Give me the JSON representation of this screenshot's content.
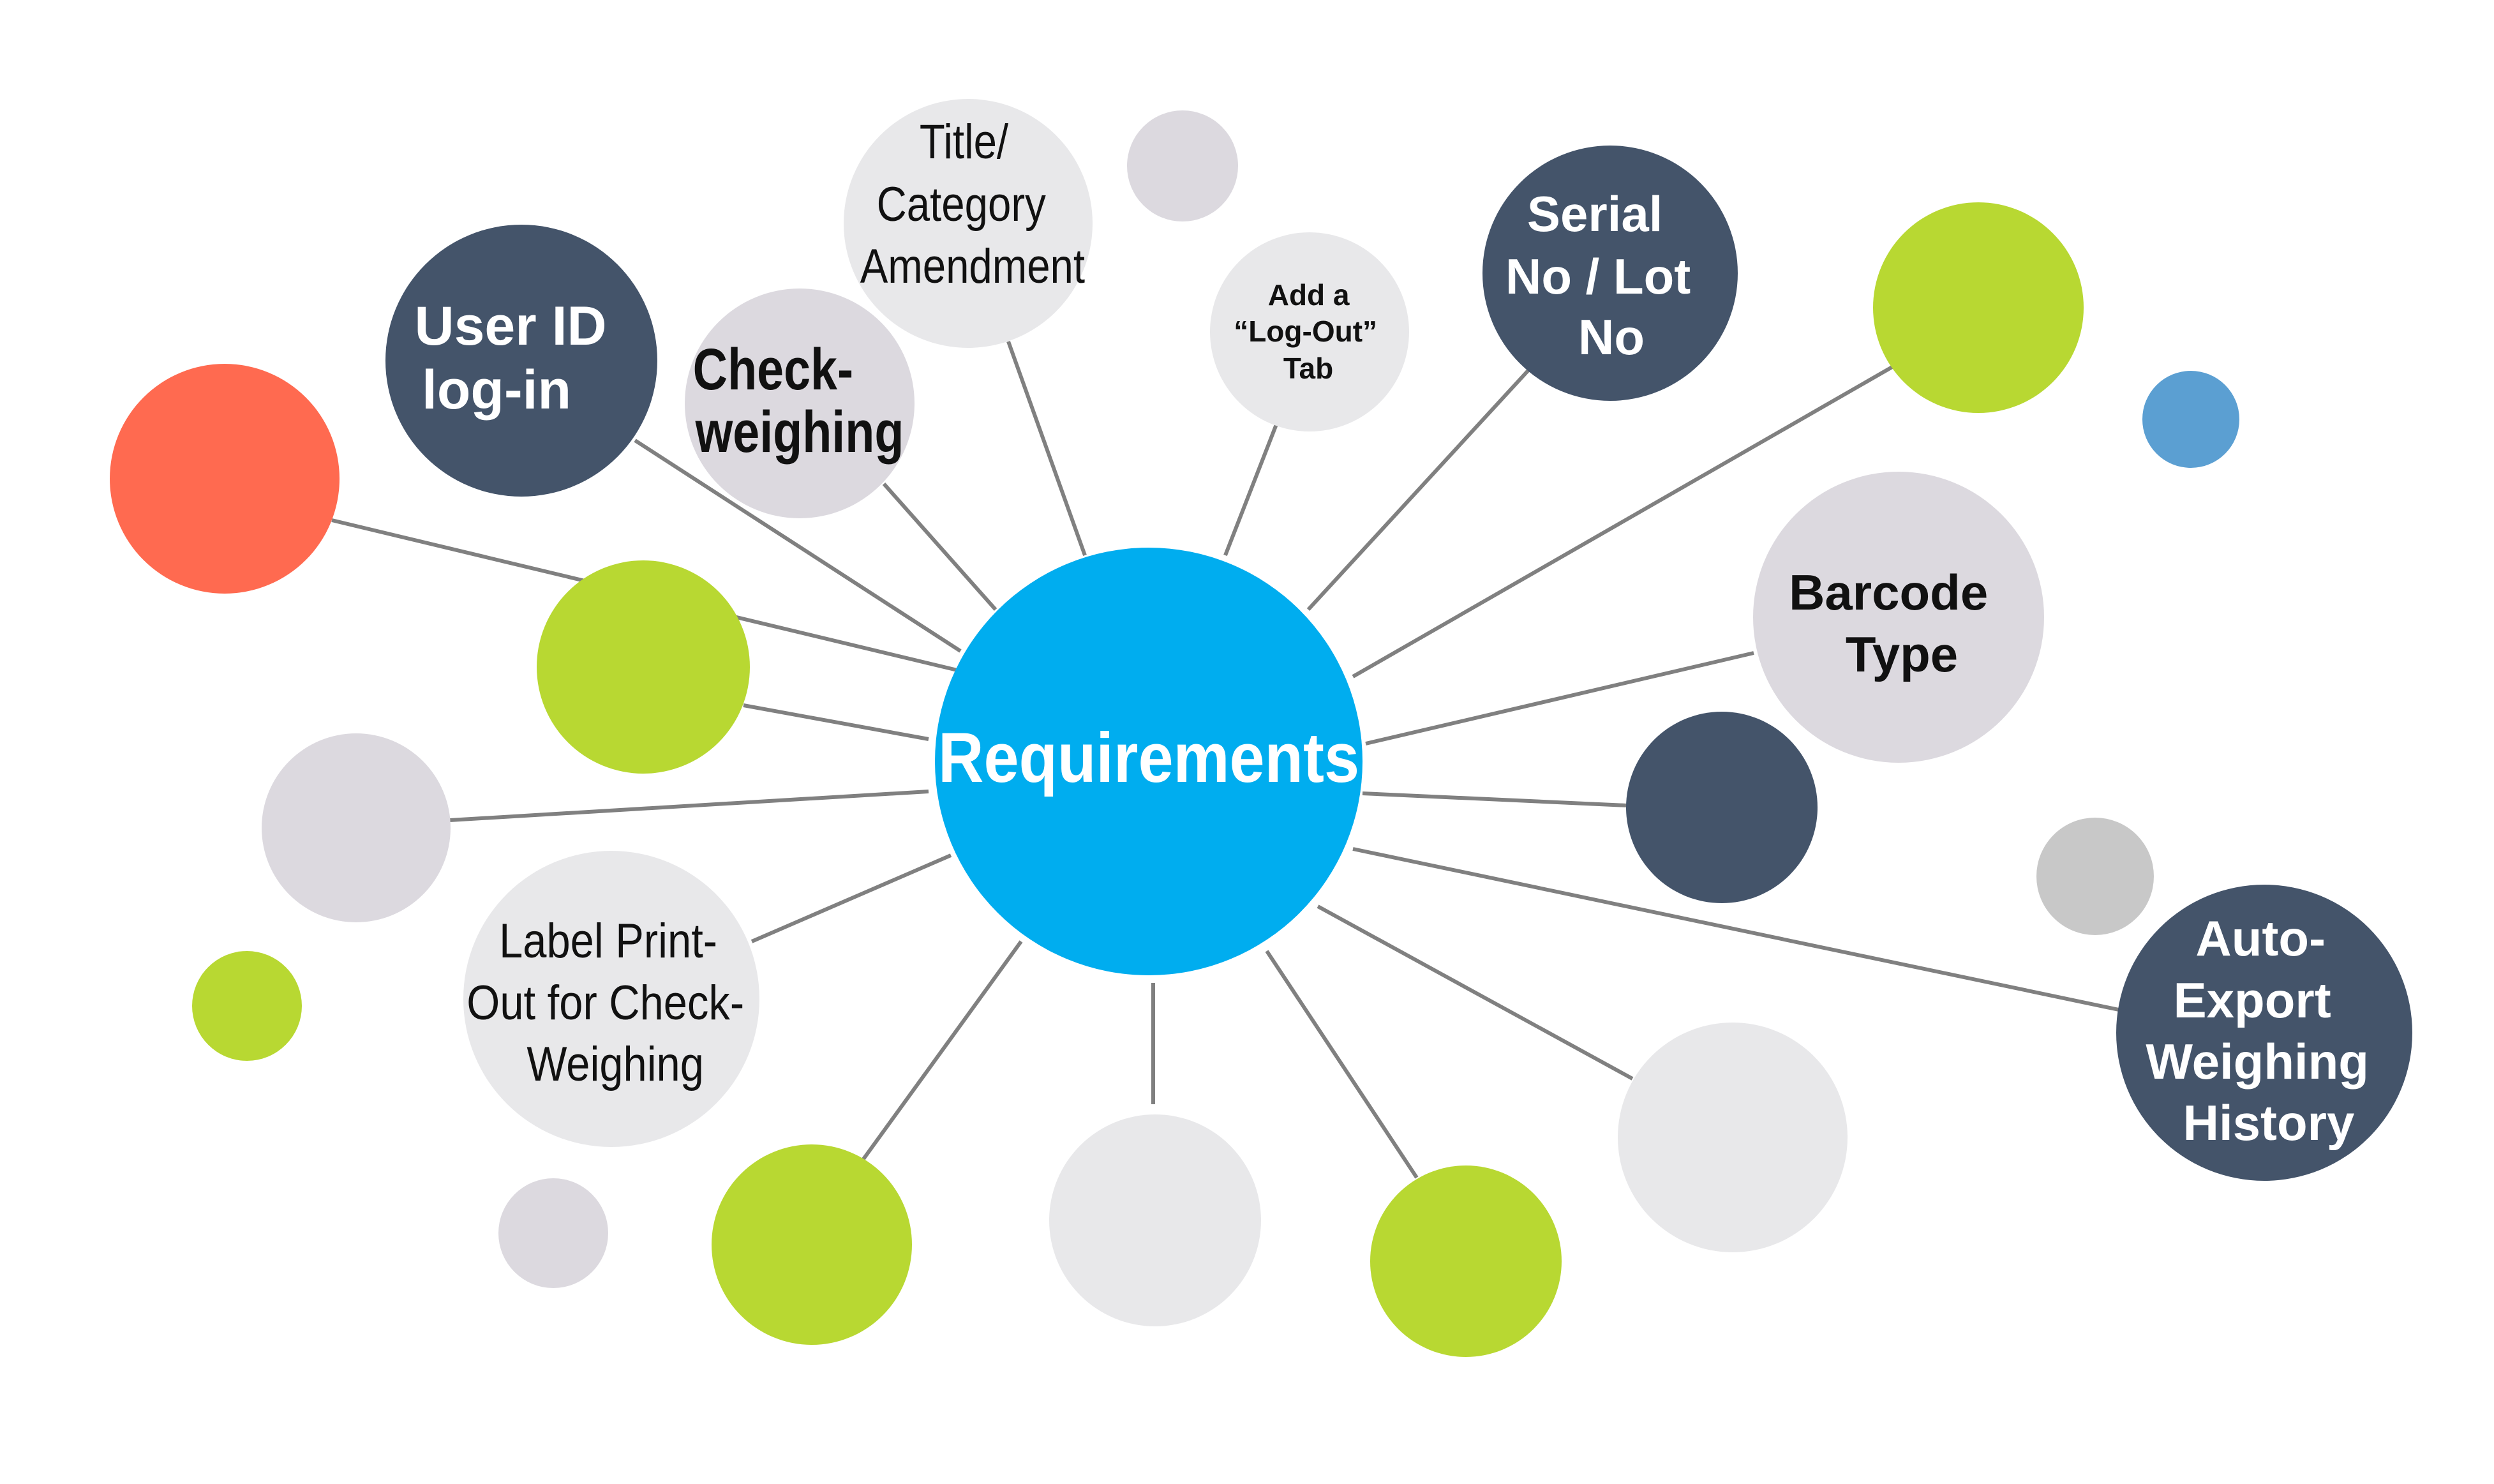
{
  "diagram": {
    "center_label": "Requirements",
    "labels": {
      "user_id": [
        "User ID",
        "log-in"
      ],
      "check_weighing": [
        "Check-",
        "weighing"
      ],
      "title_category": [
        "Title/",
        "Category",
        "Amendment"
      ],
      "logout_tab": [
        "Add a",
        "“Log-Out”",
        "Tab"
      ],
      "serial_lot": [
        "Serial",
        "No / Lot",
        "No"
      ],
      "barcode_type": [
        "Barcode",
        "Type"
      ],
      "auto_export": [
        "Auto-",
        "Export",
        "Weighing",
        "History"
      ],
      "label_printout": [
        "Label Print-",
        "Out for Check-",
        "Weighing"
      ]
    }
  },
  "colors": {
    "center": "#00adef",
    "dark_slate": "#44546a",
    "lime": "#b8d832",
    "light_gray": "#dcd9df",
    "pale_gray": "#e8e8ea",
    "mid_gray": "#c8c8c8",
    "coral": "#ff6a50",
    "blue": "#5b9fd2",
    "connector": "#808080"
  }
}
